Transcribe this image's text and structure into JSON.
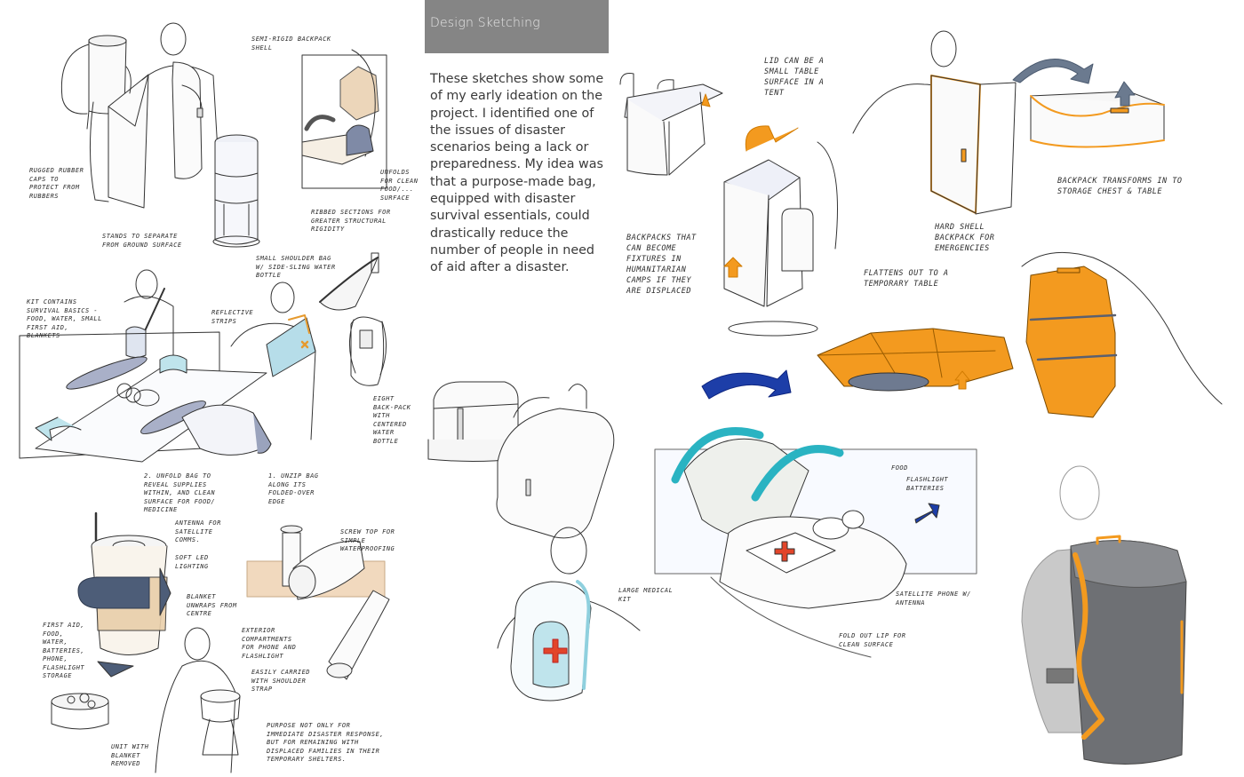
{
  "header": {
    "title": "Design Sketching"
  },
  "intro": {
    "text": "These sketches show some of my early ideation on the project. I identified one of the issues of disaster scenarios being a lack or preparedness. My idea was that a purpose-made bag, equipped with disaster survival essentials, could drastically reduce the number of people in need of aid after a disaster."
  },
  "annotations": {
    "semi_rigid": "Semi-rigid backpack shell",
    "rugged_caps": "Rugged rubber caps to protect from rubbers",
    "unfolds": "Unfolds for clean food/... surface",
    "ribbed": "Ribbed sections for greater structural rigidity",
    "stands": "Stands to separate from ground surface",
    "shoulder_bag": "Small shoulder bag w/ side-sling water bottle",
    "kit_contains": "Kit contains survival basics - food, water, small first aid, blankets",
    "reflective": "Reflective strips",
    "eight_back": "Eight back-pack with centered water bottle",
    "unfold_bag": "2. Unfold bag to reveal supplies within, and clean surface for food/ medicine",
    "unzip_bag": "1. Unzip bag along its folded-over edge",
    "antenna": "Antenna for satellite comms.",
    "soft_led": "Soft LED lighting",
    "blanket": "Blanket unwraps from centre",
    "first_aid": "First aid, food, water, batteries, phone, flashlight storage",
    "unit_blanket": "Unit with blanket removed",
    "screw_top": "Screw top for simple waterproofing",
    "exterior": "Exterior compartments for phone and flashlight",
    "easily_carried": "Easily carried with shoulder strap",
    "purpose": "Purpose not only for immediate disaster response, but for remaining with displaced families in their temporary shelters.",
    "lid_table": "Lid can be a small table surface in a tent",
    "backpacks_fixtures": "Backpacks that can become fixtures in humanitarian camps if they are displaced",
    "transforms": "Backpack transforms in to storage chest & table",
    "hard_shell": "Hard shell backpack for emergencies",
    "flattens": "Flattens out to a temporary table",
    "food": "Food",
    "flashlight": "Flashlight batteries",
    "large_medical": "Large medical kit",
    "satellite_phone": "Satellite phone w/ antenna",
    "fold_out": "Fold out lip for clean surface"
  },
  "colors": {
    "banner": "#858585",
    "accent_orange": "#f39a1f",
    "accent_teal": "#2ab3c2",
    "accent_blue": "#1d3ea8",
    "medical_red": "#e2452a",
    "slate": "#5a6b80",
    "render_grey": "#6e7074"
  }
}
